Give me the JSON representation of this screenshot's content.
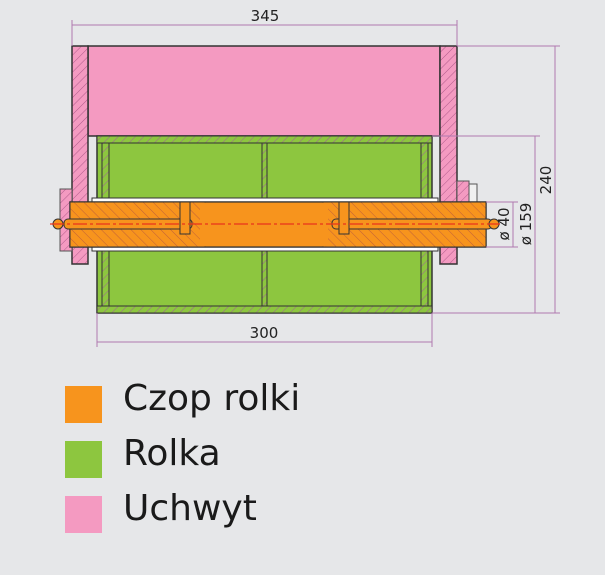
{
  "dimensions": {
    "total_width": "345",
    "roller_width": "300",
    "height": "240",
    "roller_diameter": "ø 159",
    "shaft_diameter": "ø 40"
  },
  "legend": [
    {
      "label": "Czop rolki",
      "color": "#f7941d"
    },
    {
      "label": "Rolka",
      "color": "#8dc63f"
    },
    {
      "label": "Uchwyt",
      "color": "#f49ac1"
    }
  ],
  "colors": {
    "dimension_line": "#b07ab0",
    "outline": "#333333",
    "centerline": "#e8331c"
  }
}
